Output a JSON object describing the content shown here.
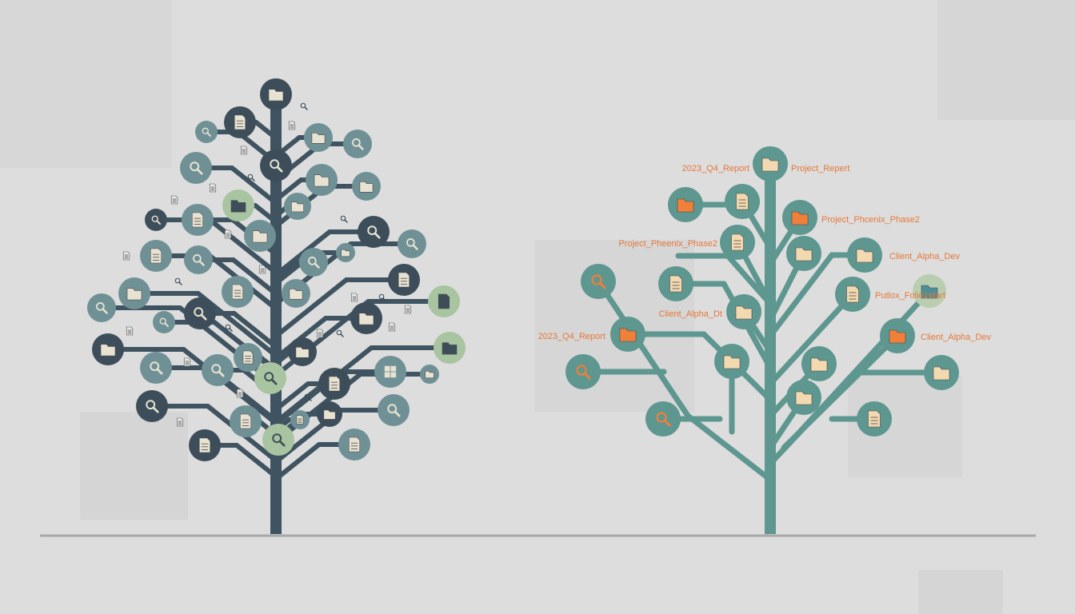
{
  "colors": {
    "background": "#dcdddc",
    "left_trunk": "#3f5361",
    "node_dark": "#3d4e5a",
    "node_mid": "#6f9196",
    "node_green": "#a9c4a0",
    "right_trunk": "#5e9690",
    "label": "#e8773a",
    "folder_orange": "#f07f3a",
    "folder_cream": "#f3d9b0",
    "ground": "#a8a8a8"
  },
  "left_tree": {
    "nodes": [
      {
        "icon": "folder-icon",
        "tone": "dark"
      },
      {
        "icon": "document-icon",
        "tone": "dark"
      },
      {
        "icon": "search-icon",
        "tone": "mid"
      },
      {
        "icon": "folder-icon",
        "tone": "mid"
      },
      {
        "icon": "search-icon",
        "tone": "mid"
      },
      {
        "icon": "search-icon",
        "tone": "dark"
      },
      {
        "icon": "search-icon",
        "tone": "mid"
      },
      {
        "icon": "folder-icon",
        "tone": "mid"
      },
      {
        "icon": "folder-icon",
        "tone": "mid"
      },
      {
        "icon": "folder-icon",
        "tone": "green"
      },
      {
        "icon": "folder-icon",
        "tone": "mid"
      },
      {
        "icon": "search-icon",
        "tone": "dark"
      },
      {
        "icon": "document-icon",
        "tone": "mid"
      },
      {
        "icon": "folder-icon",
        "tone": "mid"
      },
      {
        "icon": "search-icon",
        "tone": "dark"
      },
      {
        "icon": "search-icon",
        "tone": "mid"
      },
      {
        "icon": "document-icon",
        "tone": "mid"
      },
      {
        "icon": "search-icon",
        "tone": "mid"
      },
      {
        "icon": "search-icon",
        "tone": "mid"
      },
      {
        "icon": "folder-icon",
        "tone": "mid"
      },
      {
        "icon": "document-icon",
        "tone": "dark"
      },
      {
        "icon": "folder-icon",
        "tone": "mid"
      },
      {
        "icon": "document-icon",
        "tone": "mid"
      },
      {
        "icon": "folder-icon",
        "tone": "mid"
      },
      {
        "icon": "document-icon",
        "tone": "green"
      },
      {
        "icon": "search-icon",
        "tone": "dark"
      },
      {
        "icon": "folder-icon",
        "tone": "dark"
      },
      {
        "icon": "search-icon",
        "tone": "mid"
      },
      {
        "icon": "search-icon",
        "tone": "mid"
      },
      {
        "icon": "folder-icon",
        "tone": "dark"
      },
      {
        "icon": "folder-icon",
        "tone": "dark"
      },
      {
        "icon": "document-icon",
        "tone": "mid"
      },
      {
        "icon": "folder-icon",
        "tone": "green"
      },
      {
        "icon": "search-icon",
        "tone": "mid"
      },
      {
        "icon": "search-icon",
        "tone": "mid"
      },
      {
        "icon": "search-icon",
        "tone": "green"
      },
      {
        "icon": "grid-icon",
        "tone": "mid"
      },
      {
        "icon": "document-icon",
        "tone": "dark"
      },
      {
        "icon": "folder-icon",
        "tone": "mid"
      },
      {
        "icon": "search-icon",
        "tone": "dark"
      },
      {
        "icon": "document-icon",
        "tone": "mid"
      },
      {
        "icon": "folder-icon",
        "tone": "dark"
      },
      {
        "icon": "search-icon",
        "tone": "mid"
      },
      {
        "icon": "document-icon",
        "tone": "mid"
      },
      {
        "icon": "search-icon",
        "tone": "green"
      },
      {
        "icon": "document-icon",
        "tone": "dark"
      },
      {
        "icon": "document-icon",
        "tone": "mid"
      }
    ]
  },
  "right_tree": {
    "nodes": [
      {
        "icon": "folder-icon",
        "fill": "cream"
      },
      {
        "icon": "document-icon",
        "fill": "cream"
      },
      {
        "icon": "folder-icon",
        "fill": "orange"
      },
      {
        "icon": "folder-icon",
        "fill": "orange"
      },
      {
        "icon": "document-icon",
        "fill": "cream"
      },
      {
        "icon": "folder-icon",
        "fill": "cream"
      },
      {
        "icon": "folder-icon",
        "fill": "cream"
      },
      {
        "icon": "search-icon",
        "fill": "orange"
      },
      {
        "icon": "document-icon",
        "fill": "cream"
      },
      {
        "icon": "document-icon",
        "fill": "cream"
      },
      {
        "icon": "folder-icon",
        "fill": "teal"
      },
      {
        "icon": "folder-icon",
        "fill": "cream"
      },
      {
        "icon": "folder-icon",
        "fill": "orange"
      },
      {
        "icon": "folder-icon",
        "fill": "orange"
      },
      {
        "icon": "folder-icon",
        "fill": "cream"
      },
      {
        "icon": "folder-icon",
        "fill": "cream"
      },
      {
        "icon": "search-icon",
        "fill": "orange"
      },
      {
        "icon": "folder-icon",
        "fill": "cream"
      },
      {
        "icon": "folder-icon",
        "fill": "cream"
      },
      {
        "icon": "search-icon",
        "fill": "orange"
      },
      {
        "icon": "document-icon",
        "fill": "cream"
      }
    ],
    "labels": [
      "2023_Q4_Report",
      "Project_Repert",
      "Project_Phcenix_Phase2",
      "Project_Pheenix_Phase2",
      "Client_Alpha_Dev",
      "Putlox_Folio1start",
      "Client_Alpha_Dt",
      "2023_Q4_Report",
      "Client_Alpha_Dev"
    ]
  }
}
